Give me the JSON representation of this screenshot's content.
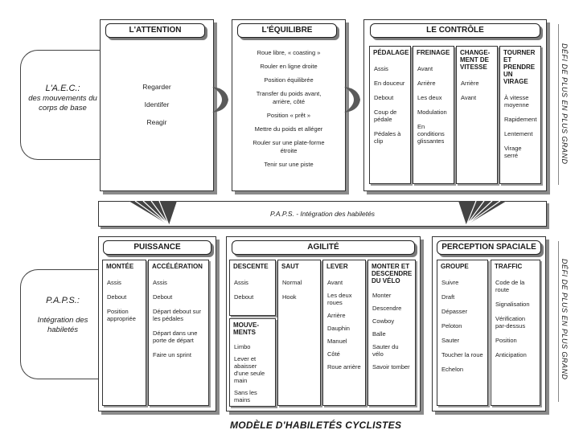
{
  "top": {
    "side_label_title": "L'A.E.C.:",
    "side_label_sub": "des mouvements du corps de base",
    "attention": {
      "title": "L'ATTENTION",
      "items": [
        "Regarder",
        "Identifer",
        "Reagir"
      ]
    },
    "equilibre": {
      "title": "L'ÉQUILIBRE",
      "items": [
        "Roue libre, « coasting »",
        "Rouler en ligne droite",
        "Position équilibrée",
        "Transfer du poids avant, arrière, côté",
        "Position « prêt »",
        "Mettre du poids et alléger",
        "Rouler sur une plate-forme étroite",
        "Tenir sur une piste"
      ]
    },
    "controle": {
      "title": "LE CONTRÔLE",
      "columns": [
        {
          "head": "PÉDALAGE",
          "items": [
            "Assis",
            "En douceur",
            "Debout",
            "Coup de pédale",
            "Pédales à clip"
          ]
        },
        {
          "head": "FREINAGE",
          "items": [
            "Avant",
            "Arrière",
            "Les deux",
            "Modulation",
            "En conditions glissantes"
          ]
        },
        {
          "head": "CHANGE-MENT DE VITESSE",
          "items": [
            "Arrière",
            "Avant"
          ]
        },
        {
          "head": "TOURNER ET PRENDRE UN VIRAGE",
          "items": [
            "À vitesse moyenne",
            "Rapidement",
            "Lentement",
            "Virage serré"
          ]
        }
      ]
    },
    "right_vertical": "DÉFI DE PLUS EN PLUS GRAND"
  },
  "middle_bar": "P.A.P.S. - Intégration des habiletés",
  "bottom": {
    "side_label_title": "P.A.P.S.:",
    "side_label_sub": "Intégration des habiletés",
    "puissance": {
      "title": "PUISSANCE",
      "columns": [
        {
          "head": "MONTÉE",
          "items": [
            "Assis",
            "Debout",
            "Position appropriée"
          ]
        },
        {
          "head": "ACCÉLÉRATION",
          "items": [
            "Assis",
            "Debout",
            "Départ debout sur les pédales",
            "Départ dans une porte de départ",
            "Faire un sprint"
          ]
        }
      ]
    },
    "agilite": {
      "title": "AGILITÉ",
      "descente": {
        "head": "DESCENTE",
        "items": [
          "Assis",
          "Debout"
        ]
      },
      "mouvements": {
        "head": "MOUVE-MENTS",
        "items": [
          "Limbo",
          "Lever et abaisser d'une seule main",
          "Sans les mains"
        ]
      },
      "columns": [
        {
          "head": "SAUT",
          "items": [
            "Normal",
            "Hook"
          ]
        },
        {
          "head": "LEVER",
          "items": [
            "Avant",
            "Les deux roues",
            "Arrière",
            "Dauphin",
            "Manuel",
            "Côté",
            "Roue arrière"
          ]
        },
        {
          "head": "MONTER ET DESCENDRE DU VÉLO",
          "items": [
            "Monter",
            "Descendre",
            "Cowboy",
            "Balle",
            "Sauter du vélo",
            "Savoir tomber"
          ]
        }
      ]
    },
    "perception": {
      "title": "PERCEPTION SPACIALE",
      "columns": [
        {
          "head": "GROUPE",
          "items": [
            "Suivre",
            "Draft",
            "Dépasser",
            "Peloton",
            "Sauter",
            "Toucher la roue",
            "Echelon"
          ]
        },
        {
          "head": "TRAFFIC",
          "items": [
            "Code de la route",
            "Signalisation",
            "Vérification par-dessus",
            "Position",
            "Anticipation"
          ]
        }
      ]
    },
    "right_vertical": "DÉFI DE PLUS EN PLUS GRAND"
  },
  "footer": "MODÈLE D'HABILETÉS CYCLISTES"
}
